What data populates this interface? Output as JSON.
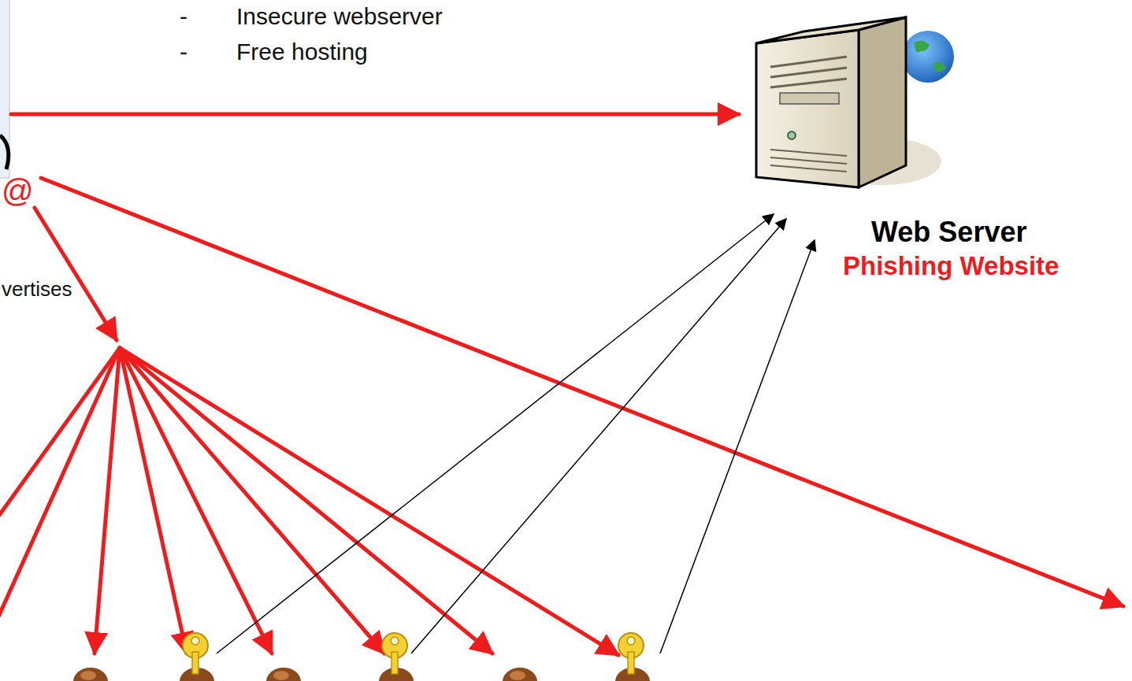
{
  "diagram": {
    "nodes": [
      {
        "text": [
          "Web Server",
          "Phishing Website"
        ]
      }
    ],
    "labels": [
      "-",
      "Insecure webserver",
      "-",
      "Free hosting",
      "@",
      "vertises"
    ]
  }
}
